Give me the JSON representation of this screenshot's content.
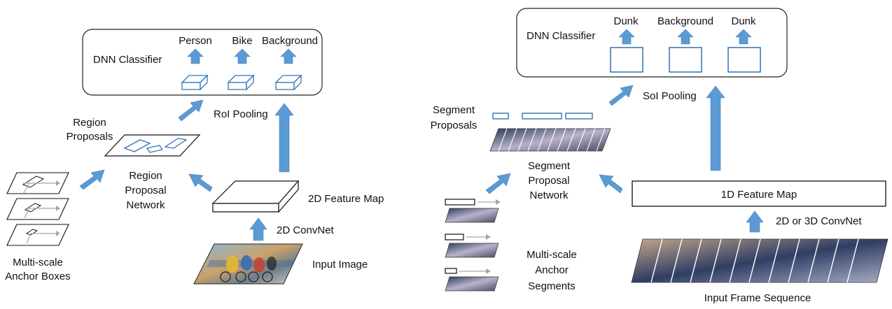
{
  "colors": {
    "arrow_fill": "#5b9bd5",
    "arrow_stroke": "#4a7fb3",
    "outline_blue": "#2e75b6",
    "grey_arrow": "#a6a6a6",
    "ink": "#111111"
  },
  "left": {
    "classifier": {
      "title": "DNN Classifier",
      "outputs": [
        "Person",
        "Bike",
        "Background"
      ]
    },
    "roi_pooling": "RoI Pooling",
    "region_proposals": [
      "Region",
      "Proposals"
    ],
    "rpn": [
      "Region",
      "Proposal",
      "Network"
    ],
    "feature_map": "2D Feature Map",
    "convnet": "2D ConvNet",
    "input": "Input Image",
    "anchors": [
      "Multi-scale",
      "Anchor Boxes"
    ]
  },
  "right": {
    "classifier": {
      "title": "DNN Classifier",
      "outputs": [
        "Dunk",
        "Background",
        "Dunk"
      ]
    },
    "soi_pooling": "SoI Pooling",
    "segment_proposals": [
      "Segment",
      "Proposals"
    ],
    "spn": [
      "Segment",
      "Proposal",
      "Network"
    ],
    "feature_map": "1D Feature Map",
    "convnet": "2D or 3D ConvNet",
    "input": "Input Frame Sequence",
    "anchors": [
      "Multi-scale",
      "Anchor",
      "Segments"
    ]
  }
}
